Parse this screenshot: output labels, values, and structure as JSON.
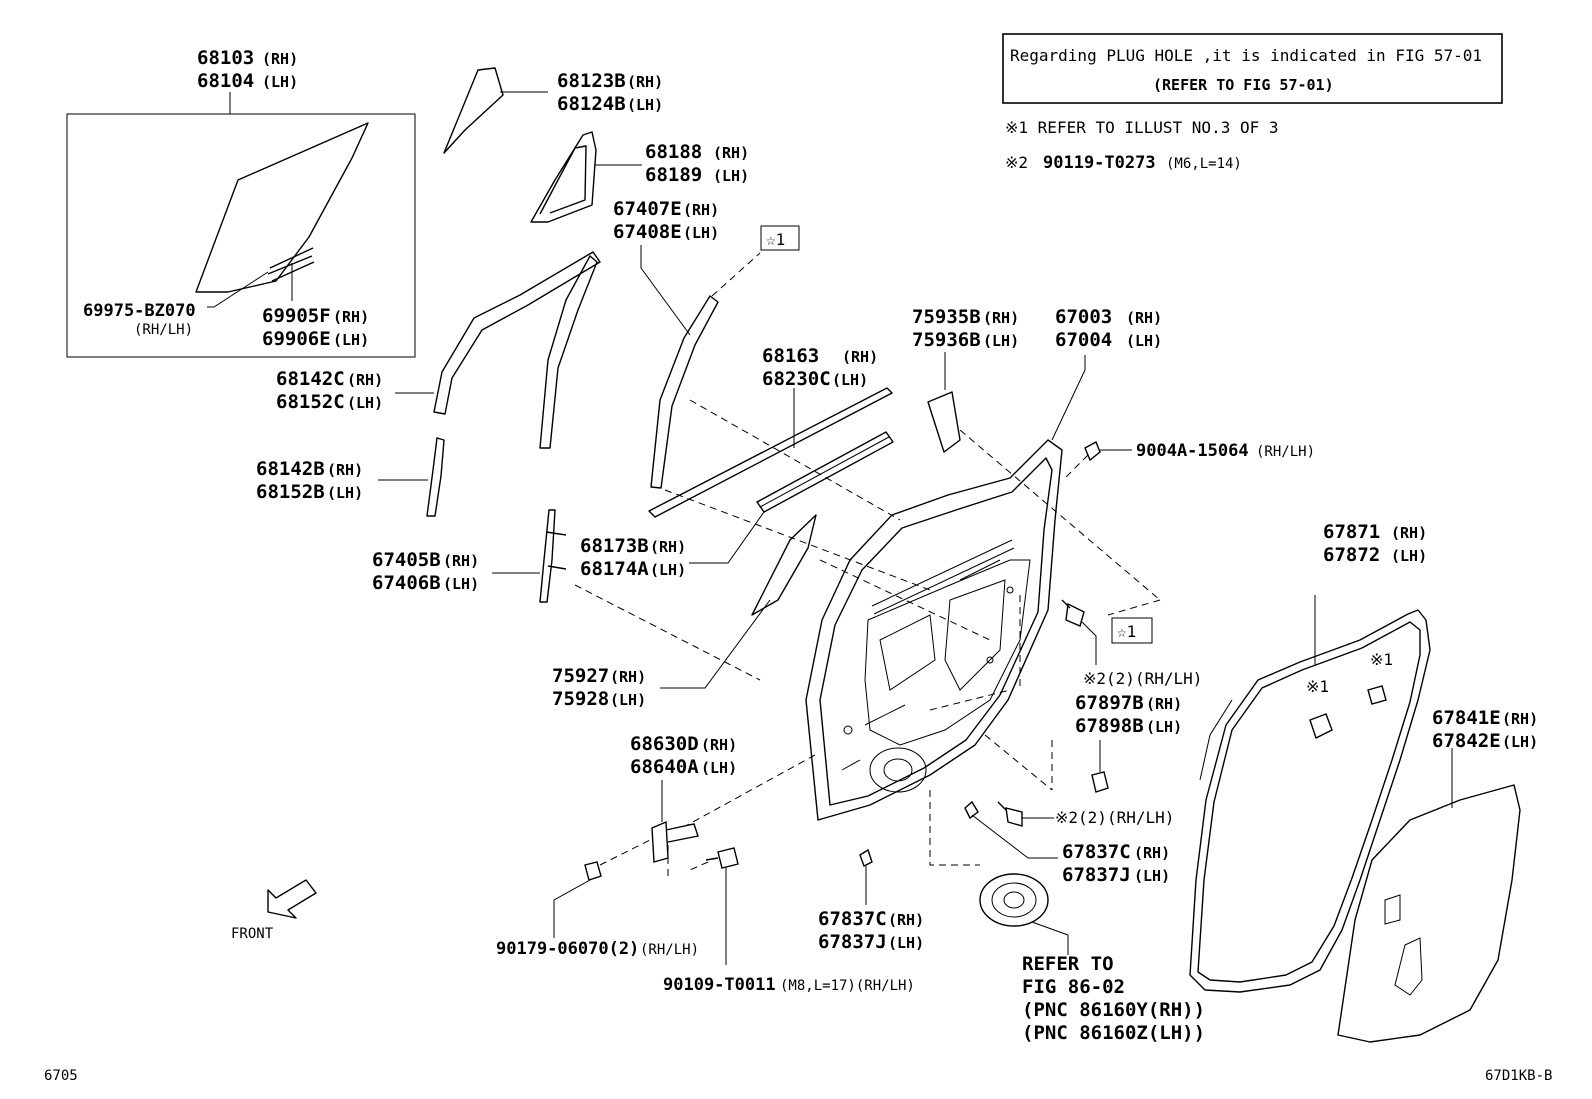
{
  "notes": {
    "box_line1": "Regarding PLUG HOLE ,it is indicated in FIG 57-01",
    "box_line2": "(REFER TO FIG 57-01)",
    "note1": "※1 REFER TO ILLUST NO.3 OF 3",
    "note2_mark": "※2",
    "note2_pn": "90119-T0273",
    "note2_spec": "(M6,L=14)"
  },
  "labels": {
    "p68103": "68103",
    "p68104": "68104",
    "p69975": "69975-BZ070",
    "p69975_sfx": "(RH/LH)",
    "p69905": "69905F",
    "p69906": "69906E",
    "p68123": "68123B",
    "p68124": "68124B",
    "p68188": "68188",
    "p68189": "68189",
    "p67407": "67407E",
    "p67408": "67408E",
    "p68142c": "68142C",
    "p68152c": "68152C",
    "p68142b": "68142B",
    "p68152b": "68152B",
    "p67405": "67405B",
    "p67406": "67406B",
    "p68163": "68163",
    "p68230": "68230C",
    "p68173": "68173B",
    "p68174": "68174A",
    "p75935": "75935B",
    "p75936": "75936B",
    "p67003": "67003",
    "p67004": "67004",
    "p9004a": "9004A-15064",
    "p9004a_sfx": "(RH/LH)",
    "p75927": "75927",
    "p75928": "75928",
    "ref2a": "※2(2)(RH/LH)",
    "p67897": "67897B",
    "p67898": "67898B",
    "ref2b": "※2(2)(RH/LH)",
    "p68630": "68630D",
    "p68640": "68640A",
    "p67837c": "67837C",
    "p67837j": "67837J",
    "p67837c2": "67837C",
    "p67837j2": "67837J",
    "p90179": "90179-06070(2)",
    "p90179_sfx": "(RH/LH)",
    "p90109": "90109-T0011",
    "p90109_sfx": "(M8,L=17)(RH/LH)",
    "refer_to": "REFER TO",
    "fig_8602": "FIG 86-02",
    "pnc_rh": "(PNC 86160Y(RH))",
    "pnc_lh": "(PNC 86160Z(LH))",
    "p67871": "67871",
    "p67872": "67872",
    "ref1a": "※1",
    "ref1b": "※1",
    "p67841": "67841E",
    "p67842": "67842E",
    "star1a": "☆1",
    "star1b": "☆1",
    "rh": "(RH)",
    "lh": "(LH)",
    "front": "FRONT",
    "page_left": "6705",
    "page_right": "67D1KB-B"
  }
}
